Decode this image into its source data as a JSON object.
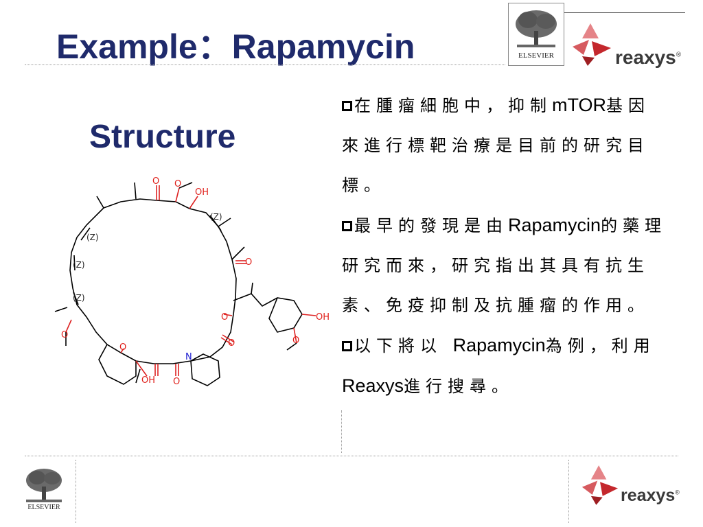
{
  "slide": {
    "title": "Example：Rapamycin",
    "subtitle": "Structure"
  },
  "logos": {
    "elsevier_label": "ELSEVIER",
    "reaxys_label": "reaxys",
    "reaxys_mark": "®"
  },
  "bullets": [
    {
      "parts": [
        {
          "t": "在腫瘤細胞中，抑制",
          "k": "cjk"
        },
        {
          "t": "mTOR",
          "k": "latin"
        },
        {
          "t": "基因來進行標靶治療是目前的研究目標。",
          "k": "cjk"
        }
      ]
    },
    {
      "parts": [
        {
          "t": "最早的發現是由",
          "k": "cjk"
        },
        {
          "t": "Rapamycin",
          "k": "latin"
        },
        {
          "t": "的藥理研究而來，研究指出其具有抗生素、免疫抑制及抗腫瘤的作用。",
          "k": "cjk"
        }
      ]
    },
    {
      "parts": [
        {
          "t": "以下將以 ",
          "k": "cjk"
        },
        {
          "t": "Rapamycin",
          "k": "latin"
        },
        {
          "t": "為例，利用 ",
          "k": "cjk"
        },
        {
          "t": "Reaxys",
          "k": "latin"
        },
        {
          "t": "進行搜尋。",
          "k": "cjk"
        }
      ]
    }
  ],
  "molecule": {
    "atom_labels": {
      "O": "O",
      "OH": "OH",
      "N": "N",
      "Z": "(Z)"
    }
  },
  "colors": {
    "title": "#1f2a6b",
    "oxygen": "#e0201b",
    "nitrogen": "#1c1cd0",
    "reaxys_red": "#c4282d"
  }
}
